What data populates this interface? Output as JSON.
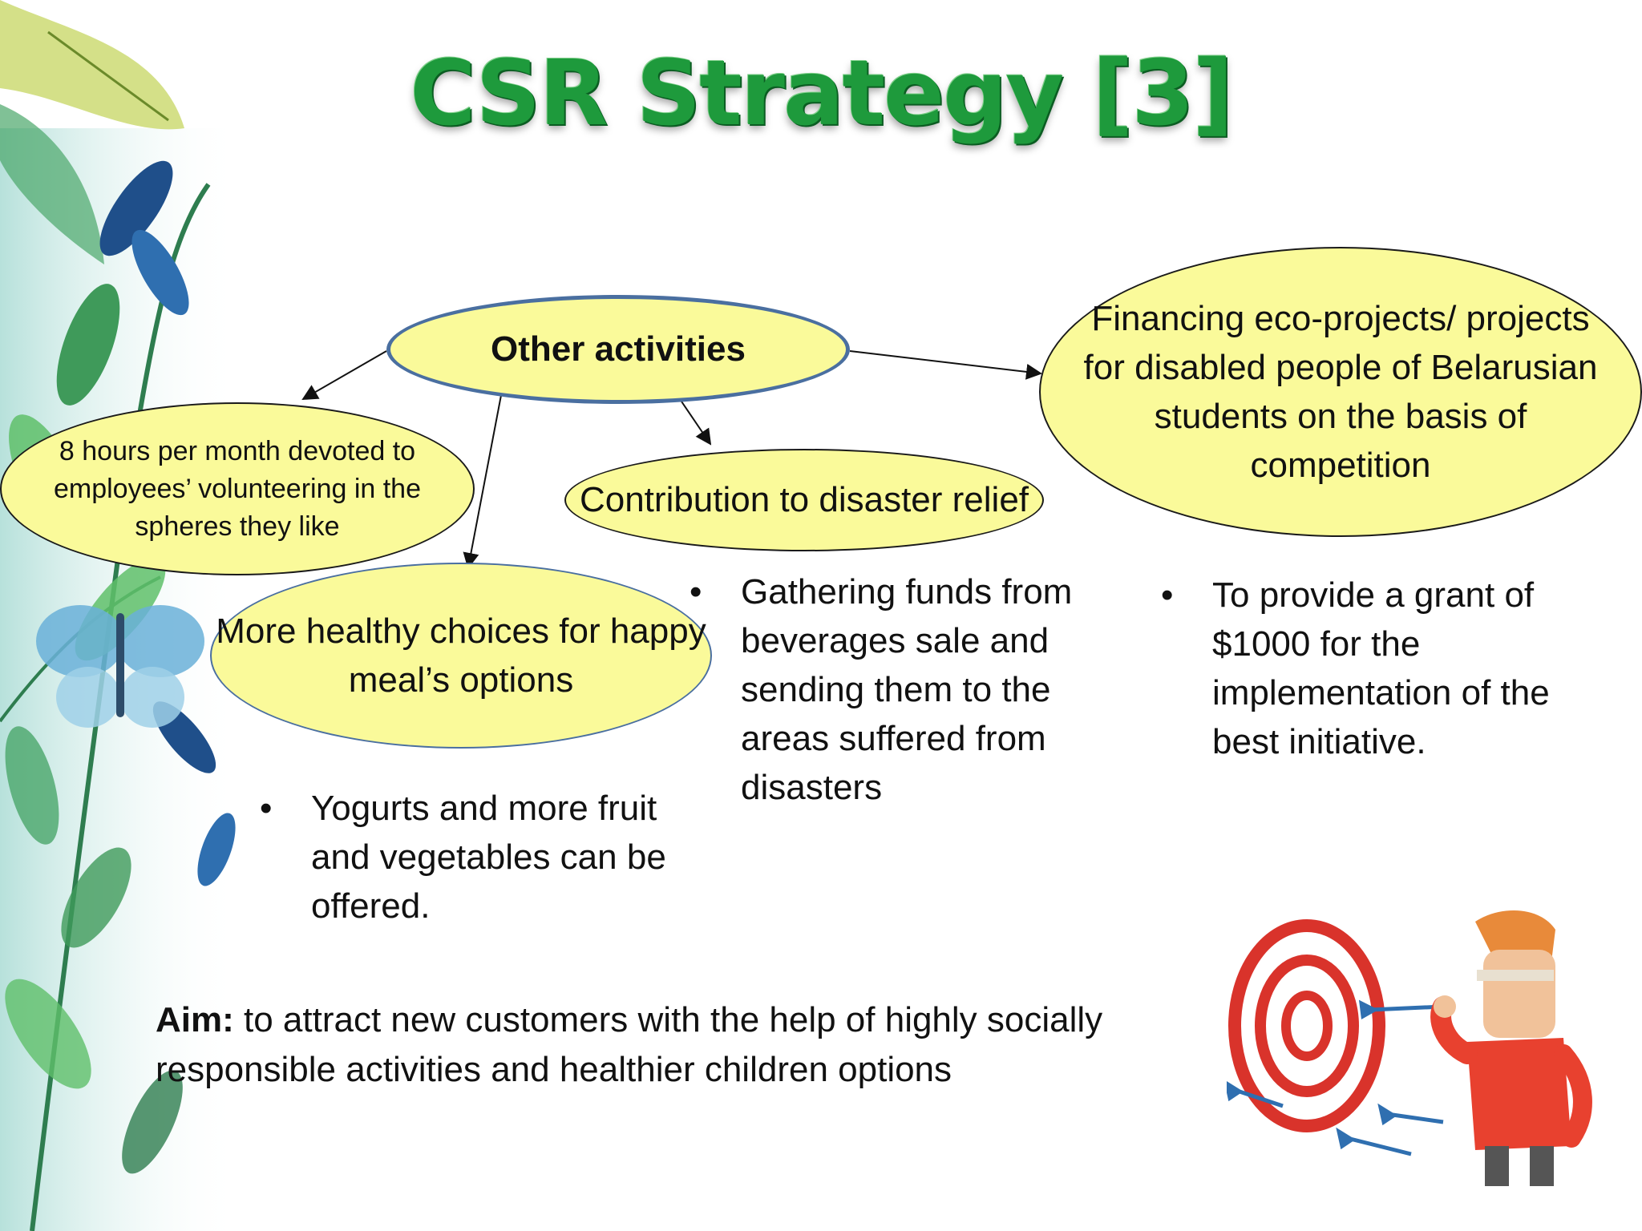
{
  "slide": {
    "title": "CSR Strategy [3]",
    "center_node": "Other activities",
    "nodes": {
      "hours": "8 hours per month devoted to employees’ volunteering in the spheres they like",
      "healthy": "More healthy choices for happy meal’s options",
      "disaster": "Contribution to disaster relief",
      "eco": "Financing eco-projects/ projects for disabled people of Belarusian students on the basis of competition"
    },
    "bullets": {
      "healthy": [
        "Yogurts and more fruit and vegetables can be offered."
      ],
      "disaster": [
        "Gathering funds from beverages sale and sending them to the areas suffered from disasters"
      ],
      "eco": [
        "To provide a grant of $1000 for the implementation of the best initiative."
      ]
    },
    "aim": {
      "label": "Aim:",
      "text": " to attract new customers with the help of highly socially responsible activities and healthier children options"
    }
  },
  "colors": {
    "title_green": "#1e9a3c",
    "oval_fill": "#fafa9a",
    "center_border": "#4a6fa0",
    "leaf_green": "#5fbf6a",
    "leaf_blue": "#1f4f8a",
    "target_red": "#d9332b"
  },
  "icons": [
    "leaves-decoration",
    "butterfly-icon",
    "dartboard-target-icon",
    "dart-thrower-figure"
  ]
}
